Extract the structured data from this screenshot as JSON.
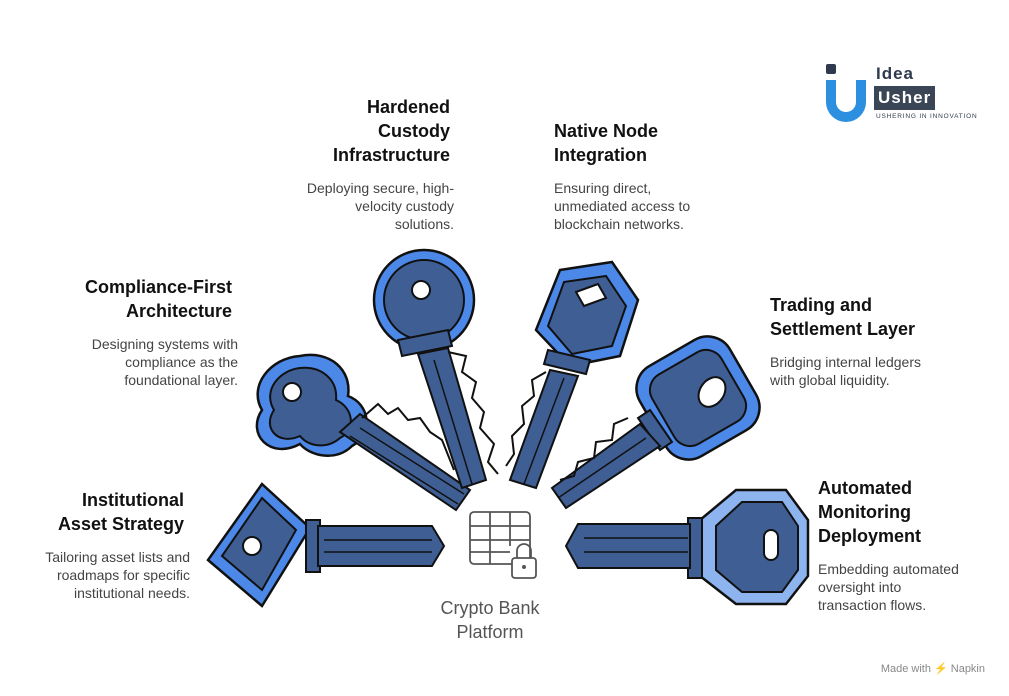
{
  "logo": {
    "word_top": "Idea",
    "word_bottom": "Usher",
    "tagline": "USHERING IN INNOVATION",
    "colors": {
      "blue": "#2d8fe0",
      "navy": "#2f3a4f"
    }
  },
  "center": {
    "label_line1": "Crypto Bank",
    "label_line2": "Platform",
    "icon": "database-lock-icon"
  },
  "items": {
    "hardened": {
      "title_lines": [
        "Hardened",
        "Custody",
        "Infrastructure"
      ],
      "desc_lines": [
        "Deploying secure, high-",
        "velocity custody",
        "solutions."
      ]
    },
    "native": {
      "title_lines": [
        "Native Node",
        "Integration"
      ],
      "desc_lines": [
        "Ensuring direct,",
        "unmediated access to",
        "blockchain networks."
      ]
    },
    "compliance": {
      "title_lines": [
        "Compliance-First",
        "Architecture"
      ],
      "desc_lines": [
        "Designing systems with",
        "compliance as the",
        "foundational layer."
      ]
    },
    "trading": {
      "title_lines": [
        "Trading and",
        "Settlement Layer"
      ],
      "desc_lines": [
        "Bridging internal ledgers",
        "with global liquidity."
      ]
    },
    "institutional": {
      "title_lines": [
        "Institutional",
        "Asset Strategy"
      ],
      "desc_lines": [
        "Tailoring asset lists and",
        "roadmaps for specific",
        "institutional needs."
      ]
    },
    "automated": {
      "title_lines": [
        "Automated",
        "Monitoring",
        "Deployment"
      ],
      "desc_lines": [
        "Embedding automated",
        "oversight into",
        "transaction flows."
      ]
    }
  },
  "footer": {
    "text": "Made with ⚡ Napkin"
  },
  "colors": {
    "key_fill": "#3f5f94",
    "key_ring": "#4b88e8",
    "key_ring_light": "#8eb4f0",
    "outline": "#111111"
  }
}
